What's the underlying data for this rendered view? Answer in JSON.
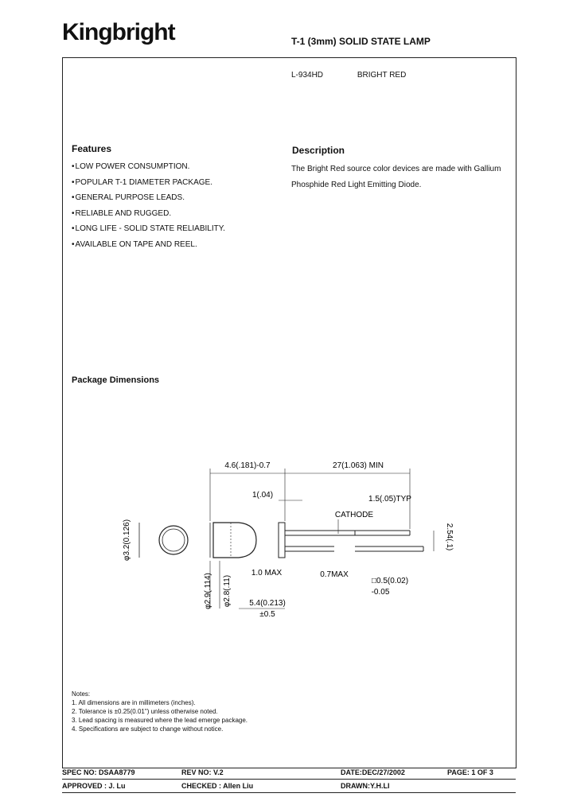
{
  "header": {
    "logo": "Kingbright",
    "title": "T-1 (3mm) SOLID STATE LAMP",
    "part_number": "L-934HD",
    "color": "BRIGHT RED"
  },
  "features": {
    "heading": "Features",
    "items": [
      "LOW POWER CONSUMPTION.",
      "POPULAR T-1 DIAMETER PACKAGE.",
      "GENERAL PURPOSE LEADS.",
      "RELIABLE AND RUGGED.",
      "LONG LIFE - SOLID STATE RELIABILITY.",
      "AVAILABLE ON TAPE AND REEL."
    ]
  },
  "description": {
    "heading": "Description",
    "text": "The Bright Red source color devices are made with Gallium Phosphide Red Light Emitting Diode."
  },
  "package": {
    "heading": "Package Dimensions",
    "dims": {
      "d1": "4.6(.181)-0.7",
      "d2": "27(1.063) MIN",
      "d3": "1(.04)",
      "d4": "1.5(.05)TYP",
      "d5": "CATHODE",
      "d6": "φ3.2(0.126)",
      "d7": "1.0 MAX",
      "d8": "0.7MAX",
      "d9": "□0.5(0.02)",
      "d10": "-0.05",
      "d11": "2.54(.1)",
      "d12": "φ2.9(.114)",
      "d13": "φ2.8(.11)",
      "d14": "5.4(0.213)",
      "d15": "±0.5"
    }
  },
  "notes": {
    "heading": "Notes:",
    "items": [
      "1. All dimensions are in millimeters (inches).",
      "2. Tolerance is ±0.25(0.01\") unless otherwise noted.",
      "3. Lead spacing is measured where the lead emerge package.",
      "4. Specifications are subject to change without notice."
    ]
  },
  "footer": {
    "spec_no": "SPEC NO: DSAA8779",
    "rev_no": "REV NO: V.2",
    "date": "DATE:DEC/27/2002",
    "page": "PAGE:  1 OF 3",
    "approved": "APPROVED : J. Lu",
    "checked": "CHECKED : Allen Liu",
    "drawn": "DRAWN:Y.H.LI"
  }
}
